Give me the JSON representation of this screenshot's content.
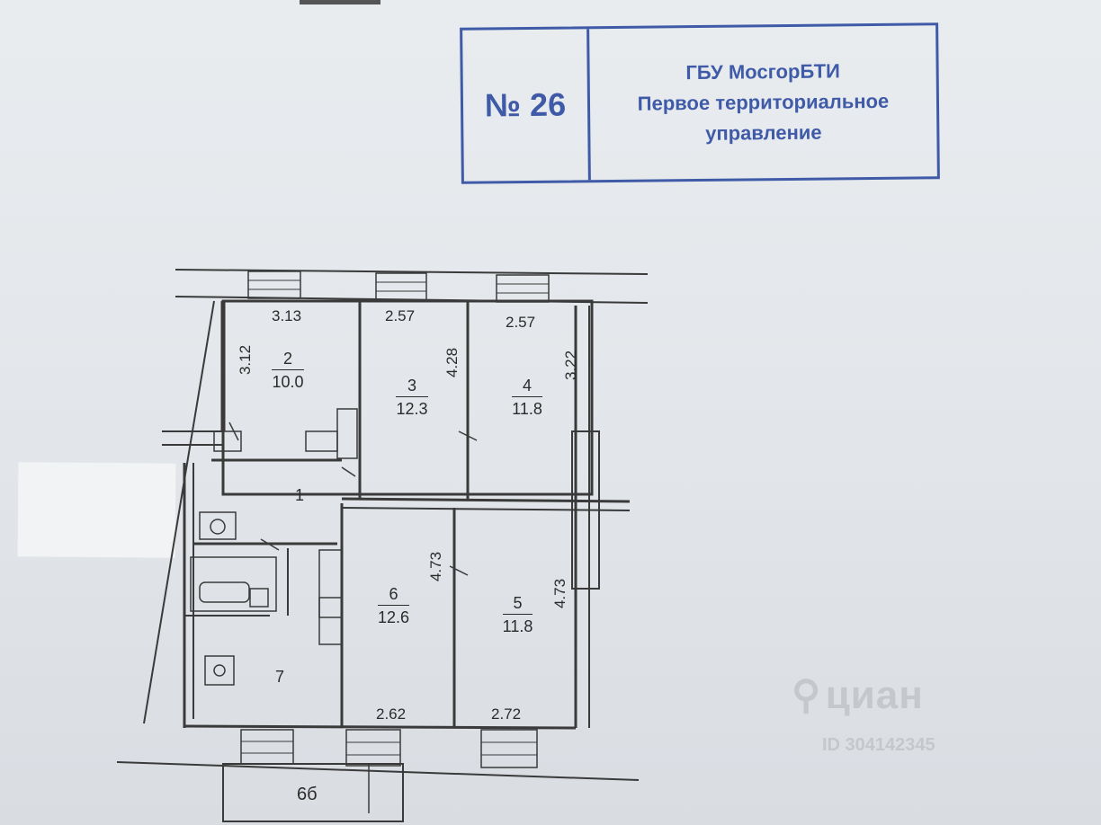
{
  "stamp": {
    "number": "№ 26",
    "org": "ГБУ МосгорБТИ",
    "line2": "Первое территориальное",
    "line3": "управление"
  },
  "dimensions": {
    "d_313": "3.13",
    "d_257a": "2.57",
    "d_257b": "2.57",
    "d_312": "3.12",
    "d_428": "4.28",
    "d_322": "3.22",
    "d_473a": "4.73",
    "d_473b": "4.73",
    "d_262": "2.62",
    "d_272": "2.72"
  },
  "rooms": [
    {
      "num": "2",
      "area": "10.0"
    },
    {
      "num": "3",
      "area": "12.3"
    },
    {
      "num": "4",
      "area": "11.8"
    },
    {
      "num": "1",
      "area": ""
    },
    {
      "num": "6",
      "area": "12.6"
    },
    {
      "num": "5",
      "area": "11.8"
    },
    {
      "num": "7",
      "area": ""
    }
  ],
  "building_label": "6б",
  "watermark": {
    "brand": "циан",
    "id": "ID 304142345"
  }
}
